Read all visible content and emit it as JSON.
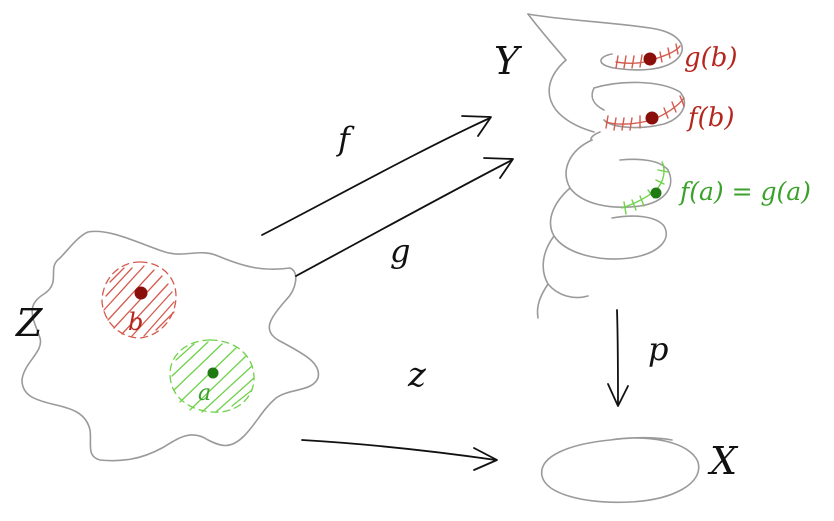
{
  "labels": {
    "space_z": "Z",
    "space_y": "Y",
    "space_x": "X",
    "map_f": "f",
    "map_g": "g",
    "map_z": "z",
    "map_p": "p",
    "point_b": "b",
    "point_a": "a",
    "img_g_b": "g(b)",
    "img_f_b": "f(b)",
    "img_f_a_eq_g_a": "f(a) = g(a)"
  },
  "colors": {
    "ink": "#111111",
    "outline": "#9a9a9a",
    "red": "#b5261e",
    "red_dark": "#8a0f0b",
    "green": "#3aa12a",
    "green_dark": "#1f7a12",
    "green_light": "#7fd45f"
  }
}
